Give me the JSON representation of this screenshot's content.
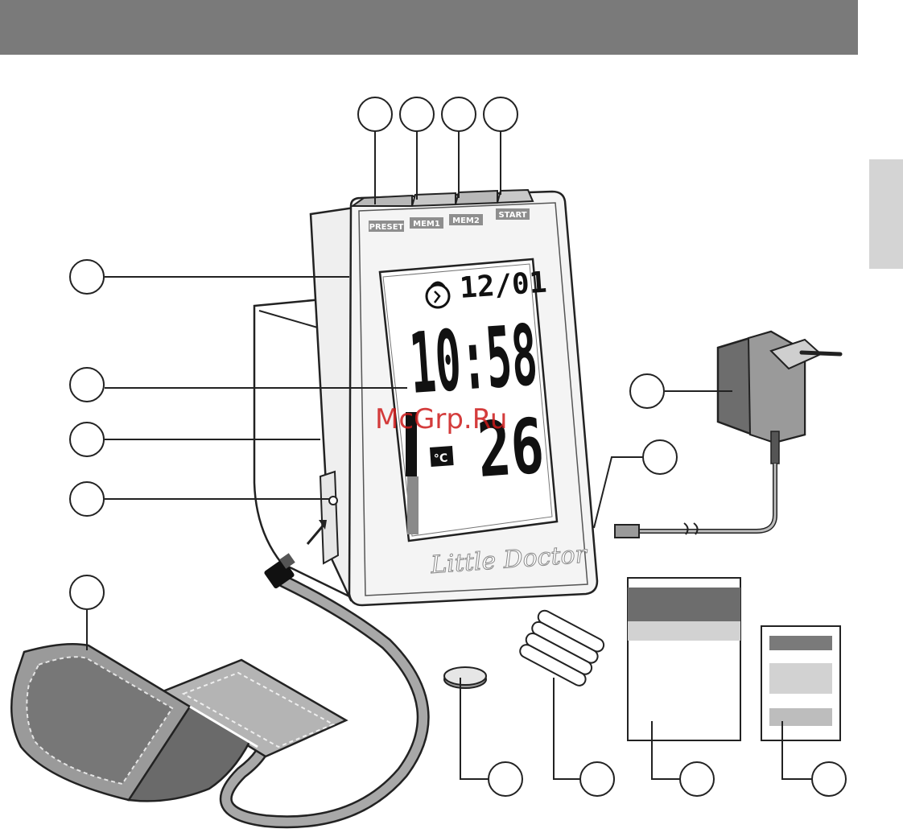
{
  "colors": {
    "header": "#7a7a7a",
    "tab": "#d4d4d4",
    "device_body": "#f4f4f4",
    "outline": "#222222",
    "watermark": "#cc1a1a"
  },
  "device": {
    "buttons": [
      "PRESET",
      "MEM1",
      "MEM2",
      "START"
    ],
    "display": {
      "date": "12/01",
      "time": "10:58",
      "temperature": "26",
      "unit": "°C"
    },
    "brand": "Little Doctor"
  },
  "watermark": "McGrp.Ru",
  "icons": {
    "alarm": "alarm-clock-icon",
    "adapter": "power-adapter-icon",
    "battery": "aa-battery-icon",
    "coin_cell": "coin-cell-battery-icon",
    "cuff": "arm-cuff-icon"
  }
}
